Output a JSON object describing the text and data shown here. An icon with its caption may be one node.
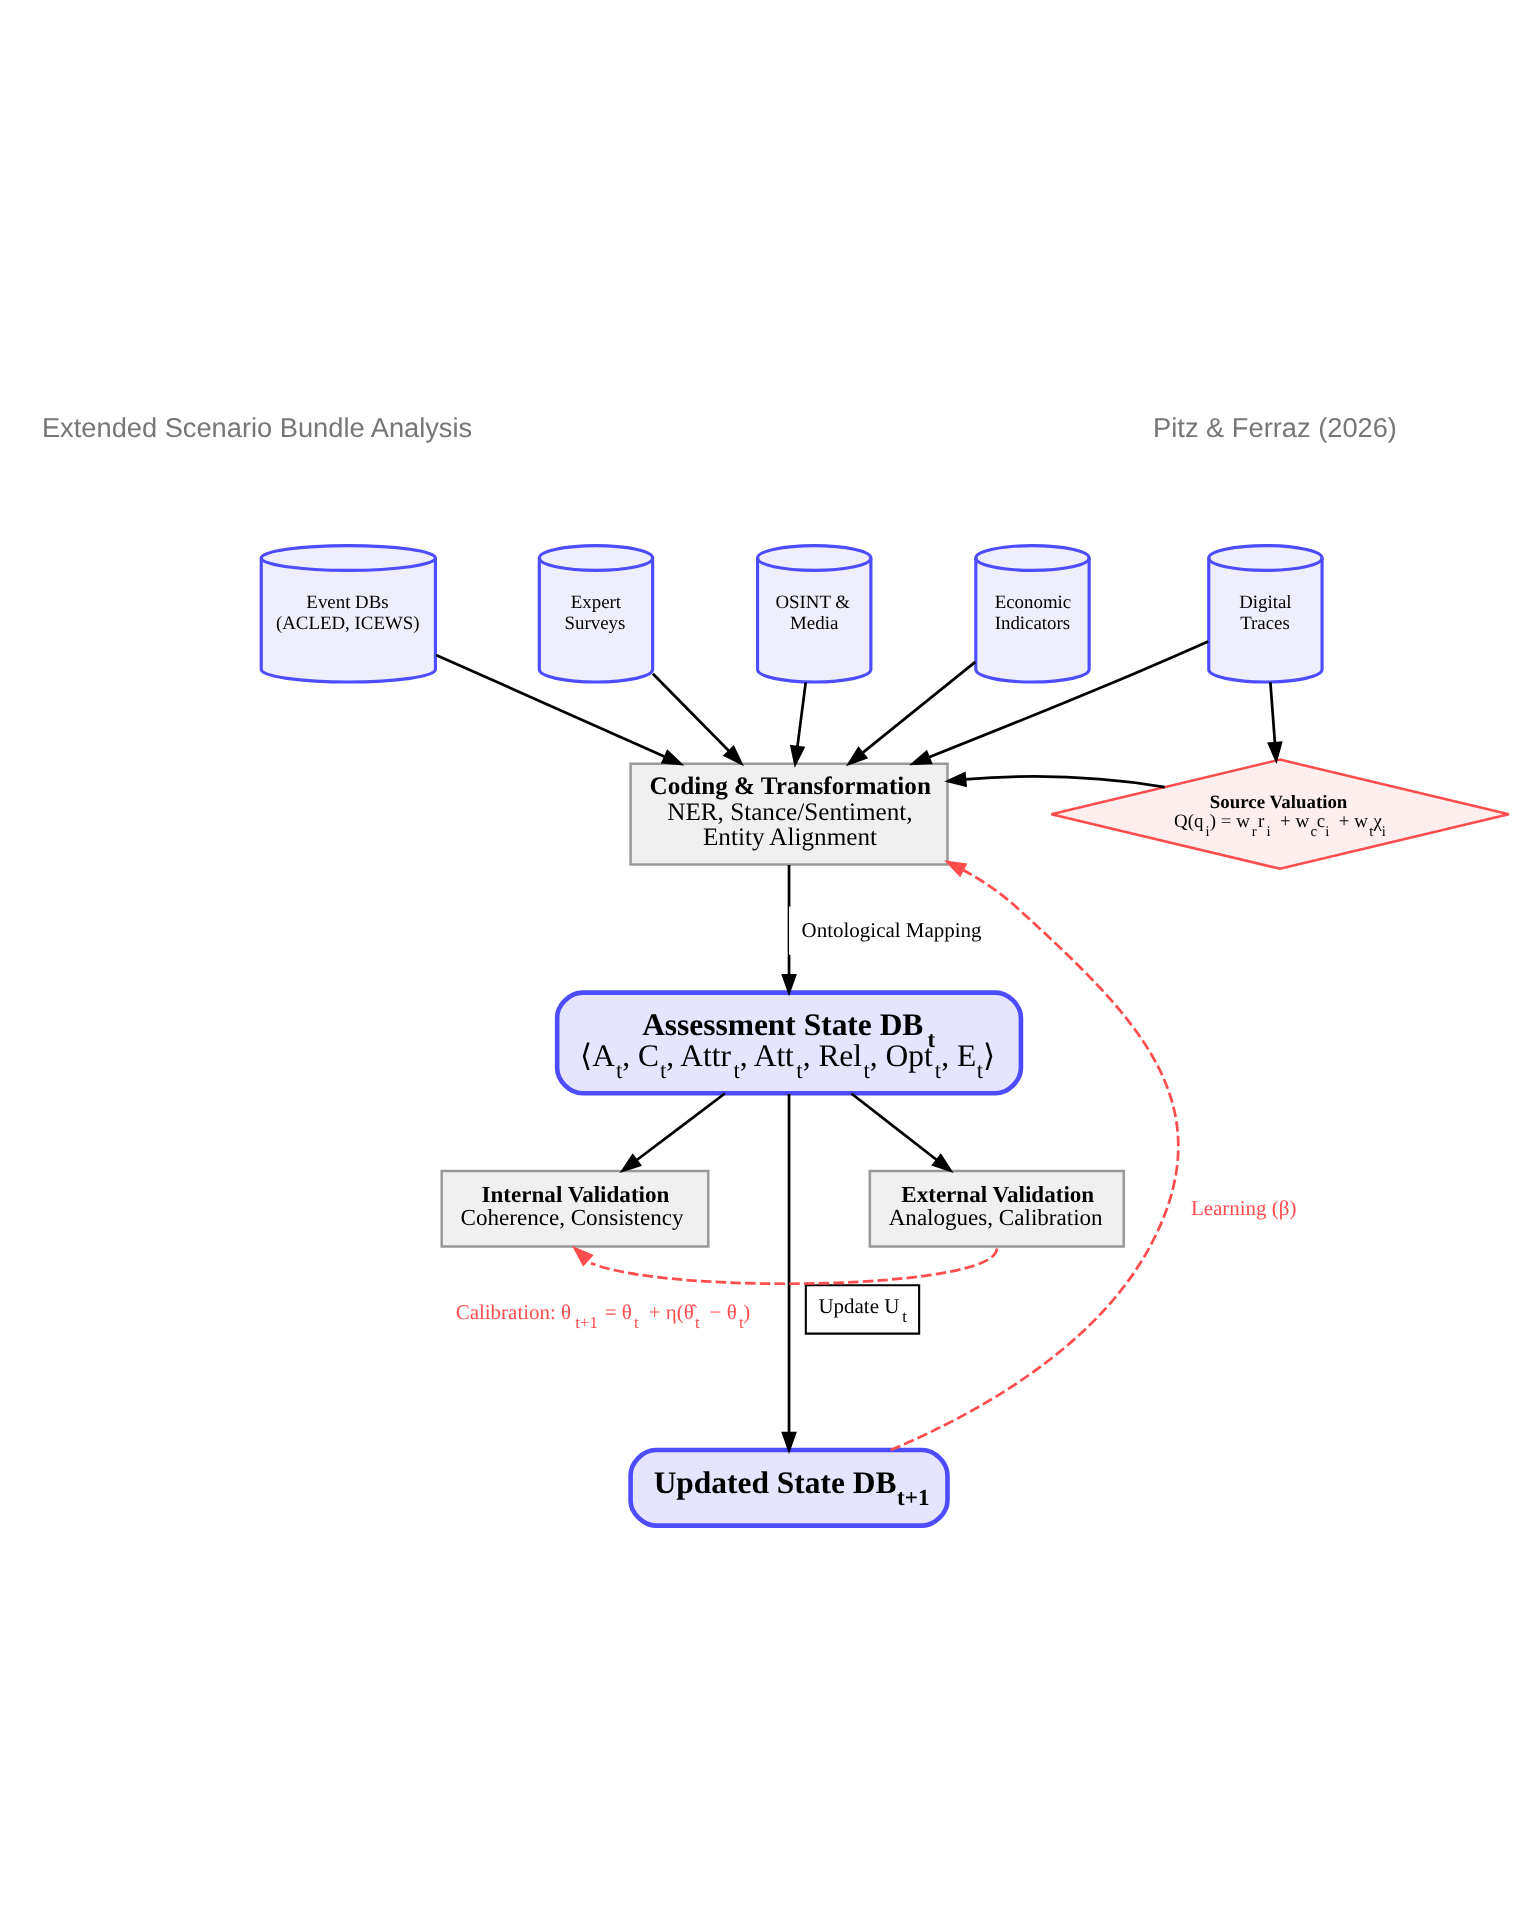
{
  "diagram": {
    "nodes": [
      {
        "text": [
          "Event DBs (ACLED, ICEWS)"
        ]
      },
      {
        "text": [
          "Expert Surveys"
        ]
      },
      {
        "text": [
          "OSINT & Media"
        ]
      },
      {
        "text": [
          "Economic Indicators"
        ]
      },
      {
        "text": [
          "Digital Traces"
        ]
      },
      {
        "text": [
          "Coding & Transformation",
          "NER, Stance/Sentiment, Entity Alignment"
        ]
      },
      {
        "text": [
          "Source Valuation",
          "Q(q$_{i}$) = w$_{r}$r$_{i}$ + w$_{c}$c$_{i}$ + w$_{t}$χ$_{i}$"
        ]
      },
      {
        "text": [
          "Assessment State DB$_{t}$",
          "⟨A$_{t}$, C$_{t}$, Attr$_{t}$, Att$_{t}$, Rel$_{t}$, Opt$_{t}$, E$_{t}$⟩"
        ]
      },
      {
        "text": [
          "Internal Validation",
          "Coherence, Consistency"
        ]
      },
      {
        "text": [
          "External Validation",
          "Analogues, Calibration"
        ]
      },
      {
        "text": [
          "Updated State DB$_{t+1}$"
        ]
      }
    ],
    "edges": [
      {
        "from": 0,
        "to": 5,
        "arrow": "to"
      },
      {
        "from": 1,
        "to": 5,
        "arrow": "to"
      },
      {
        "from": 2,
        "to": 5,
        "arrow": "to"
      },
      {
        "from": 3,
        "to": 5,
        "arrow": "to"
      },
      {
        "from": 4,
        "to": 5,
        "arrow": "to"
      },
      {
        "from": 4,
        "to": 6,
        "arrow": "to"
      },
      {
        "from": 6,
        "to": 5,
        "arrow": "to"
      },
      {
        "from": 5,
        "to": 7,
        "arrow": "to",
        "label": "Ontological Mapping"
      },
      {
        "from": 7,
        "to": 8,
        "arrow": "to"
      },
      {
        "from": 7,
        "to": 10,
        "arrow": "to",
        "label": "Update U$_{t}$"
      },
      {
        "from": 7,
        "to": 9,
        "arrow": "to"
      },
      {
        "from": 10,
        "to": 5,
        "arrow": "to",
        "label": "Learning (β)",
        "style": "dashed",
        "color": "#ff4d4d"
      },
      {
        "from": 9,
        "to": 8,
        "arrow": "to",
        "label": "Calibration: θ$_{t+1}$ = θ$_{t}$ + η(θ̂$_{t}$ − θ$_{t}$)",
        "style": "dashed",
        "color": "#ff4d4d"
      }
    ],
    "labels": [
      "Extended Scenario Bundle Analysis",
      "Pitz & Ferraz (2026)"
    ]
  }
}
